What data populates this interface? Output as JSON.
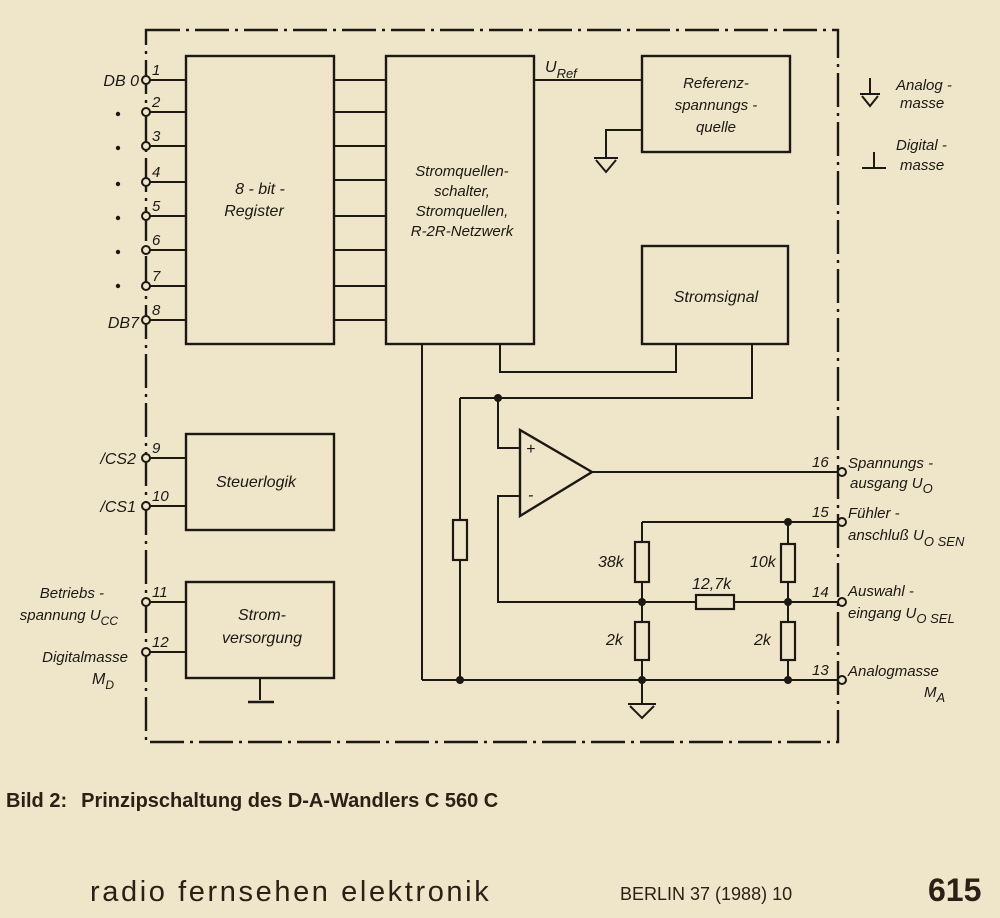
{
  "diagram": {
    "blocks": {
      "register": [
        "8 - bit -",
        "Register"
      ],
      "switch": [
        "Stromquellen-",
        "schalter,",
        "Stromquellen,",
        "R-2R-Netzwerk"
      ],
      "reference": [
        "Referenz-",
        "spannungs -",
        "quelle"
      ],
      "current_signal": "Stromsignal",
      "control": "Steuerlogik",
      "power": [
        "Strom-",
        "versorgung"
      ]
    },
    "uref": "U",
    "uref_sub": "Ref",
    "legend": {
      "analog": [
        "Analog -",
        "masse"
      ],
      "digital": [
        "Digital -",
        "masse"
      ]
    },
    "pins_left": [
      {
        "num": "1",
        "label": "DB 0"
      },
      {
        "num": "2",
        "label": ""
      },
      {
        "num": "3",
        "label": ""
      },
      {
        "num": "4",
        "label": ""
      },
      {
        "num": "5",
        "label": ""
      },
      {
        "num": "6",
        "label": ""
      },
      {
        "num": "7",
        "label": ""
      },
      {
        "num": "8",
        "label": "DB7"
      },
      {
        "num": "9",
        "label": "/CS2"
      },
      {
        "num": "10",
        "label": "/CS1"
      },
      {
        "num": "11",
        "label": "Betriebs -"
      },
      {
        "num": "12",
        "label": "Digitalmasse"
      }
    ],
    "pin11_line2": "spannung U",
    "pin11_sub": "CC",
    "pin12_line2": "M",
    "pin12_sub": "D",
    "pins_right": [
      {
        "num": "16",
        "line1": "Spannungs -",
        "line2": "ausgang U",
        "sub": "O"
      },
      {
        "num": "15",
        "line1": "Fühler -",
        "line2": "anschluß U",
        "sub": "O SEN"
      },
      {
        "num": "14",
        "line1": "Auswahl -",
        "line2": "eingang U",
        "sub": "O SEL"
      },
      {
        "num": "13",
        "line1": "Analogmasse",
        "line2": "M",
        "sub": "A"
      }
    ],
    "resistors": {
      "r38k": "38k",
      "r10k": "10k",
      "r127k": "12,7k",
      "r2k_left": "2k",
      "r2k_right": "2k"
    },
    "opamp": {
      "plus": "+",
      "minus": "-"
    }
  },
  "caption": {
    "number": "Bild 2:",
    "text": "Prinzipschaltung des D-A-Wandlers C 560 C"
  },
  "footer": {
    "magazine": "radio fernsehen elektronik",
    "issue": "BERLIN 37 (1988) 10",
    "page": "615"
  }
}
